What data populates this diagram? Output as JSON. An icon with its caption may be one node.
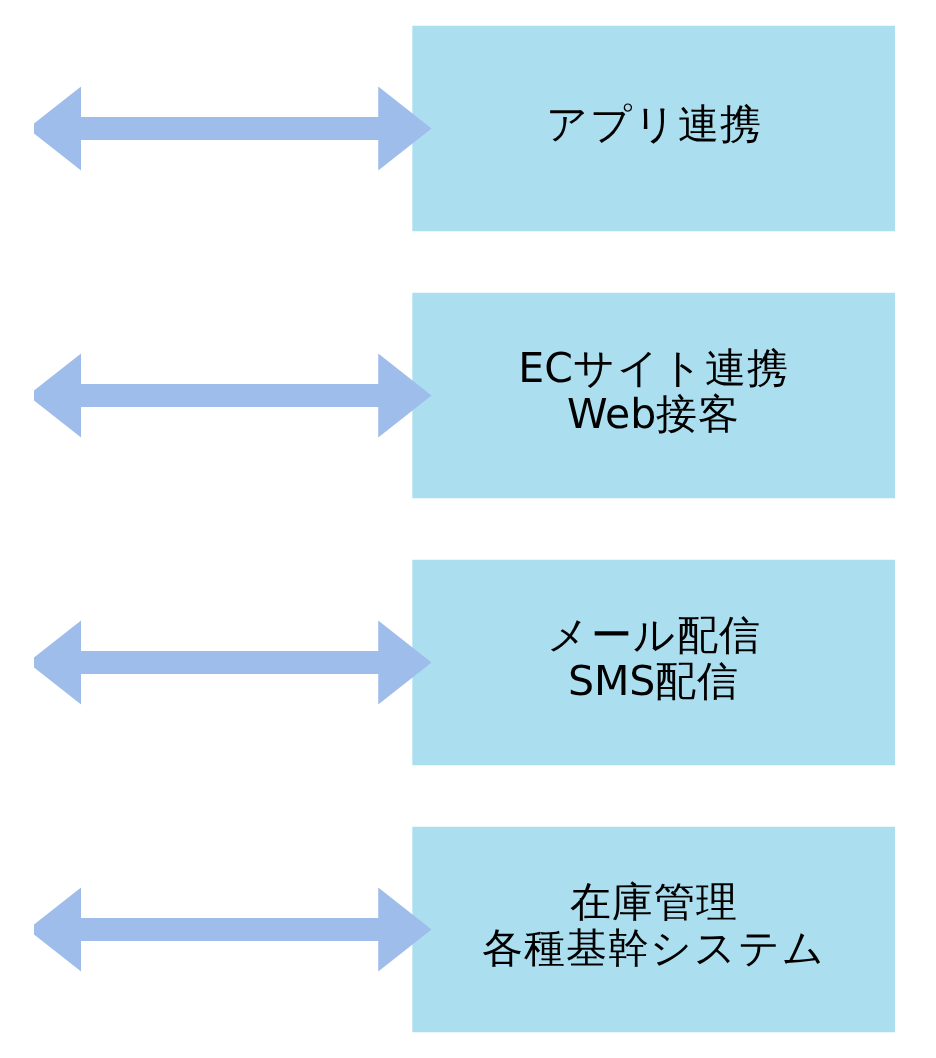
{
  "diagram": {
    "nodes": [
      {
        "text": [
          "アプリ連携"
        ]
      },
      {
        "text": [
          "ECサイト連携",
          "Web接客"
        ]
      },
      {
        "text": [
          "メール配信",
          "SMS配信"
        ]
      },
      {
        "text": [
          "在庫管理",
          "各種基幹システム"
        ]
      }
    ],
    "edges": [
      {
        "from": null,
        "to": 0,
        "arrow": "both"
      },
      {
        "from": null,
        "to": 1,
        "arrow": "both"
      },
      {
        "from": null,
        "to": 2,
        "arrow": "both"
      },
      {
        "from": null,
        "to": 3,
        "arrow": "both"
      }
    ]
  }
}
